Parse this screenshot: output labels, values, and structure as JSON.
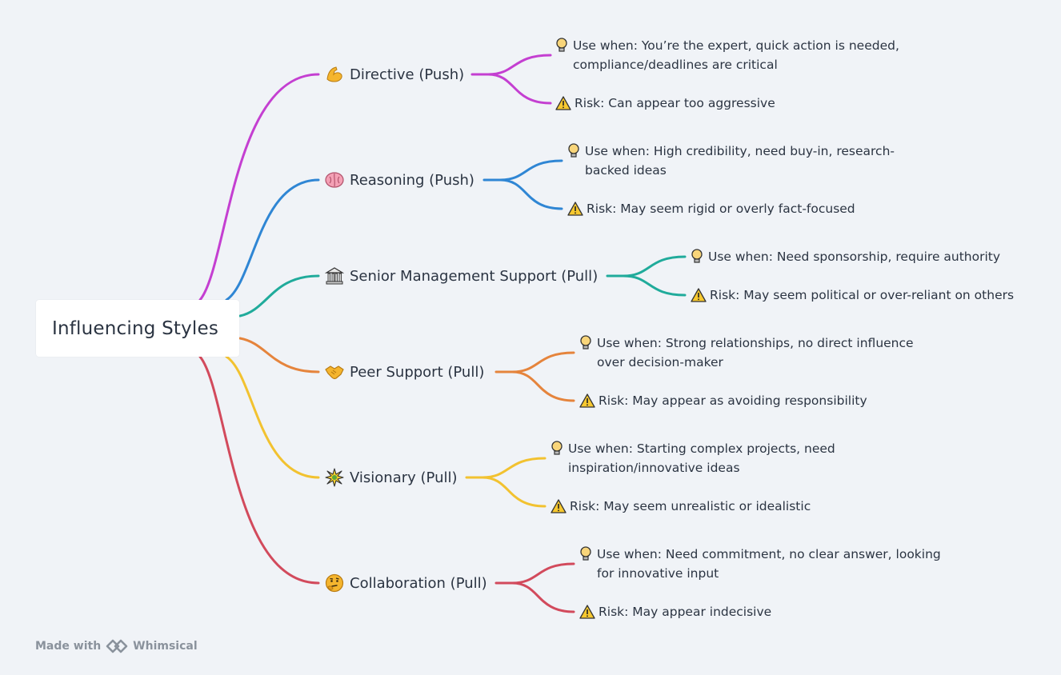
{
  "root": {
    "label": "Influencing Styles"
  },
  "branches": [
    {
      "label": "Directive (Push)",
      "icon": "flexed-biceps-icon",
      "color": "#c43fd1",
      "use": "Use when: You’re the expert, quick action is needed, compliance/deadlines are critical",
      "risk": "Risk: Can appear too aggressive"
    },
    {
      "label": "Reasoning (Push)",
      "icon": "brain-icon",
      "color": "#2f86d4",
      "use": "Use when: High credibility, need buy-in, research-backed ideas",
      "risk": "Risk: May seem rigid or overly fact-focused"
    },
    {
      "label": "Senior Management Support (Pull)",
      "icon": "classical-building-icon",
      "color": "#20ab9b",
      "use": "Use when: Need sponsorship, require authority",
      "risk": "Risk: May seem political or over-reliant on others"
    },
    {
      "label": "Peer Support (Pull)",
      "icon": "handshake-icon",
      "color": "#e5843c",
      "use": "Use when: Strong relationships, no direct influence over decision-maker",
      "risk": "Risk: May appear as avoiding responsibility"
    },
    {
      "label": "Visionary (Pull)",
      "icon": "sparkle-burst-icon",
      "color": "#f2c230",
      "use": "Use when: Starting complex projects, need inspiration/innovative ideas",
      "risk": "Risk: May seem unrealistic or idealistic"
    },
    {
      "label": "Collaboration (Pull)",
      "icon": "thinking-face-icon",
      "color": "#d24a5c",
      "use": "Use when: Need commitment, no clear answer, looking for innovative input",
      "risk": "Risk: May appear indecisive"
    }
  ],
  "footer": {
    "prefix": "Made with",
    "brand": "Whimsical"
  },
  "colors": {
    "background": "#f0f3f7",
    "text": "#2b3442",
    "footer": "#8a929c"
  }
}
